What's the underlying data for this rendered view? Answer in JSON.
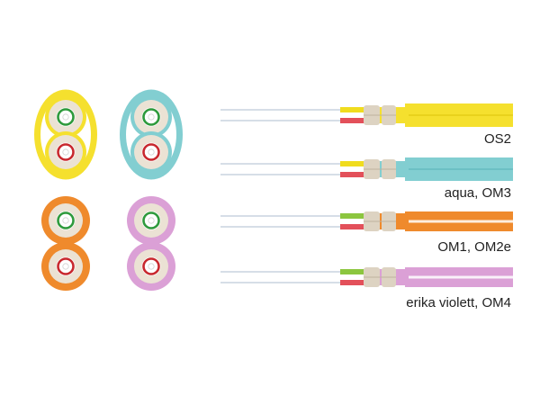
{
  "cables": [
    {
      "label": "OS2",
      "jacket_color": "#f5e02e",
      "jacket_shade": "#e9d21c",
      "pair_colors": [
        "#f0dc1e",
        "#e3505a"
      ],
      "fiber_colors": [
        "#2e9a3c",
        "#c8282e"
      ]
    },
    {
      "label": "aqua, OM3",
      "jacket_color": "#82ced1",
      "jacket_shade": "#6cc0c4",
      "pair_colors": [
        "#f0dc1e",
        "#e3505a"
      ],
      "fiber_colors": [
        "#2e9a3c",
        "#c8282e"
      ]
    },
    {
      "label": "OM1, OM2e",
      "jacket_color": "#ef8a2c",
      "jacket_shade": "#e27a1c",
      "pair_colors": [
        "#8cc63f",
        "#e3505a"
      ],
      "fiber_colors": [
        "#2e9a3c",
        "#c8282e"
      ]
    },
    {
      "label": "erika violett, OM4",
      "jacket_color": "#dba0d6",
      "jacket_shade": "#cf8ccb",
      "pair_colors": [
        "#8cc63f",
        "#e3505a"
      ],
      "fiber_colors": [
        "#2e9a3c",
        "#c8282e"
      ]
    }
  ],
  "colors": {
    "inner_tube": "#ebe2d4",
    "inner_ring": "#ffffff",
    "ferrule": "#ddd3c2",
    "bare_fiber": "#c9d4df"
  }
}
